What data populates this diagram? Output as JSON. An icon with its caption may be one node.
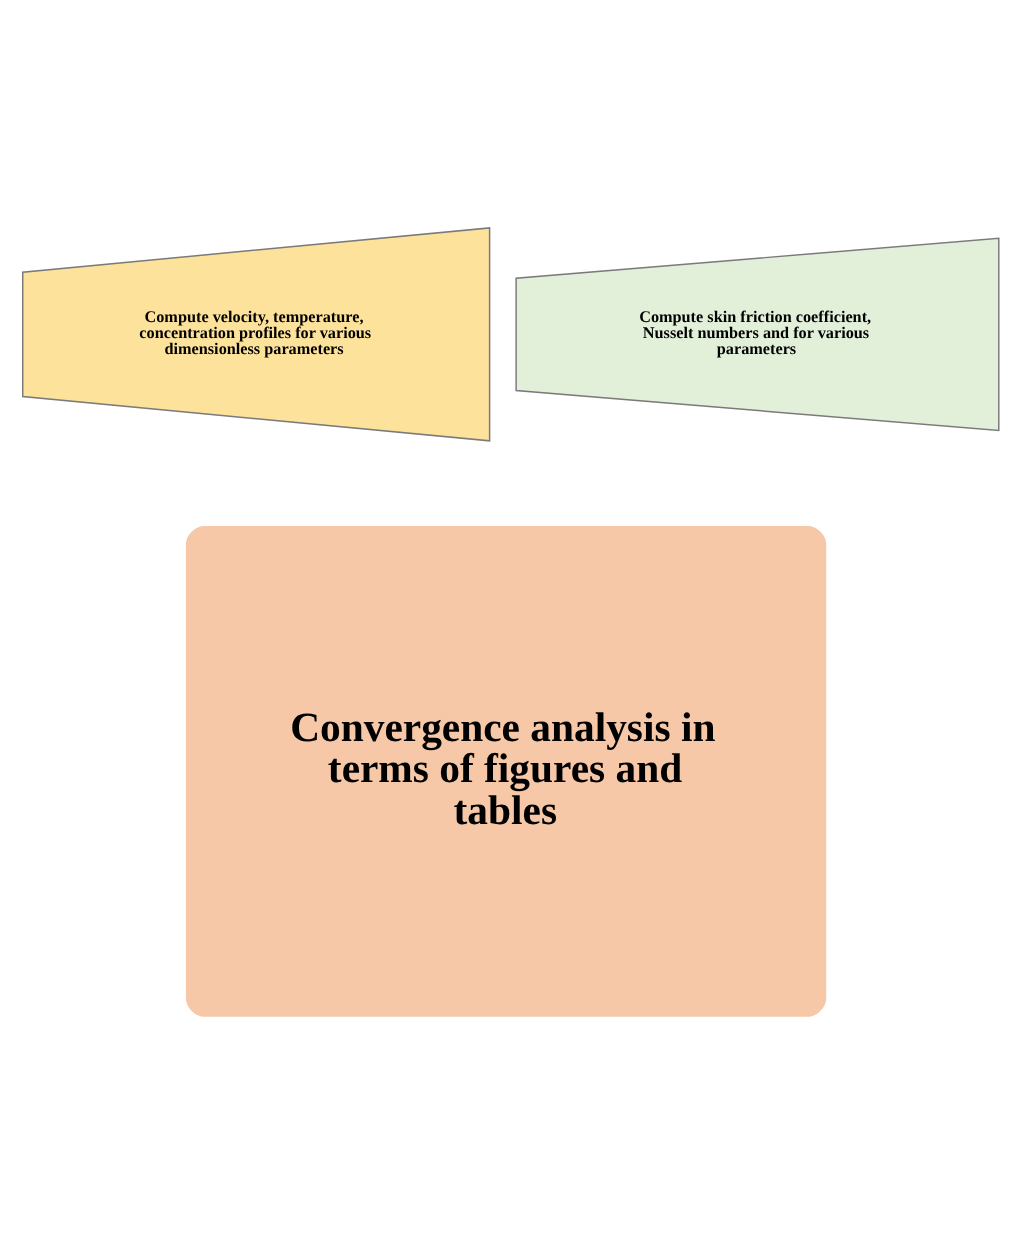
{
  "diagram": {
    "nodes": [
      {
        "text": [
          "Compute velocity, temperature, concentration profiles for various dimensionless parameters"
        ]
      },
      {
        "text": [
          "Compute skin friction coefficient, Nusselt numbers and for various parameters"
        ]
      },
      {
        "text": [
          "Convergence analysis in terms of figures and tables"
        ]
      }
    ]
  }
}
